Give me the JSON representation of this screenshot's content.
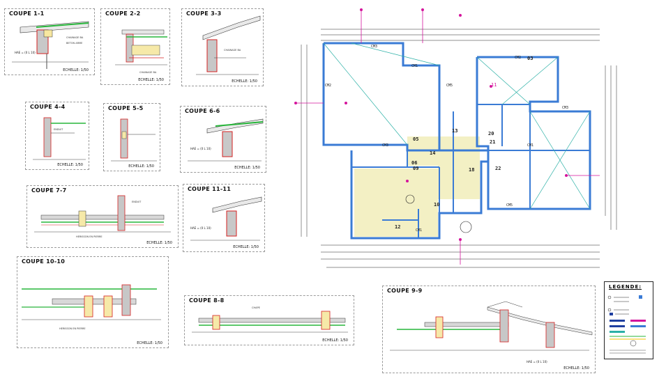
{
  "sections": [
    {
      "title": "COUPE 1-1",
      "scale": "ECHELLE: 1/50"
    },
    {
      "title": "COUPE 2-2",
      "scale": "ECHELLE: 1/50"
    },
    {
      "title": "COUPE 3-3",
      "scale": "ECHELLE: 1/50"
    },
    {
      "title": "COUPE 4-4",
      "scale": "ECHELLE: 1/50"
    },
    {
      "title": "COUPE 5-5",
      "scale": "ECHELLE: 1/50"
    },
    {
      "title": "COUPE 6-6",
      "scale": "ECHELLE: 1/50"
    },
    {
      "title": "COUPE 7-7",
      "scale": "ECHELLE: 1/50"
    },
    {
      "title": "COUPE 11-11",
      "scale": "ECHELLE: 1/50"
    },
    {
      "title": "COUPE 10-10",
      "scale": "ECHELLE: 1/50"
    },
    {
      "title": "COUPE 8-8",
      "scale": "ECHELLE: 1/50"
    },
    {
      "title": "COUPE 9-9",
      "scale": "ECHELLE: 1/50"
    }
  ],
  "plan": {
    "markers": [
      "CM3",
      "CM1",
      "CM2",
      "CM5",
      "CM3",
      "CM2",
      "CM1",
      "CM5",
      "CM3",
      "CM1"
    ],
    "room_numbers": [
      "11",
      "05",
      "06",
      "14",
      "13",
      "20",
      "21",
      "22",
      "18",
      "09",
      "12",
      "10",
      "03"
    ]
  },
  "legend": {
    "title": "LEGENDE:"
  },
  "colors": {
    "wall": "#3a7bd5",
    "dim_line": "#1a1a1a",
    "hatch": "#2bb0a6",
    "magenta": "#d4149c",
    "slab": "#f3f0c4",
    "green": "#27b53a",
    "red": "#d62020"
  }
}
